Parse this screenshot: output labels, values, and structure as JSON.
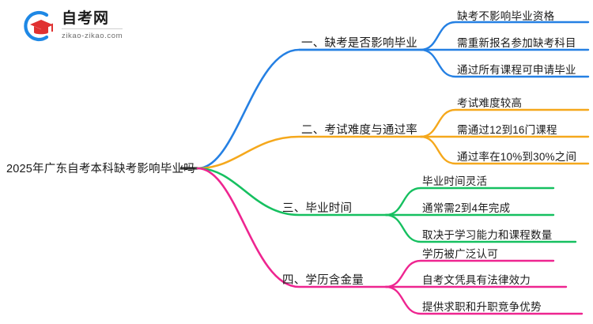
{
  "logo": {
    "name_cn": "自考网",
    "domain": "zikao-zikao.com",
    "mark_icon": "graduation-cap-icon",
    "arc_color": "#1E88E5",
    "cap_color": "#E03131"
  },
  "mindmap": {
    "root": {
      "label": "2025年广东自考本科缺考影响毕业吗"
    },
    "branches": [
      {
        "index": "1",
        "label": "一、缺考是否影响毕业",
        "color": "#2580E3",
        "children": [
          "缺考不影响毕业资格",
          "需重新报名参加缺考科目",
          "通过所有课程可申请毕业"
        ]
      },
      {
        "index": "2",
        "label": "二、考试难度与通过率",
        "color": "#F5A81C",
        "children": [
          "考试难度较高",
          "需通过12到16门课程",
          "通过率在10%到30%之间"
        ]
      },
      {
        "index": "3",
        "label": "三、毕业时间",
        "color": "#16C060",
        "children": [
          "毕业时间灵活",
          "通常需2到4年完成",
          "取决于学习能力和课程数量"
        ]
      },
      {
        "index": "4",
        "label": "四、学历含金量",
        "color": "#EE2590",
        "children": [
          "学历被广泛认可",
          "自考文凭具有法律效力",
          "提供求职和升职竞争优势"
        ]
      }
    ]
  }
}
